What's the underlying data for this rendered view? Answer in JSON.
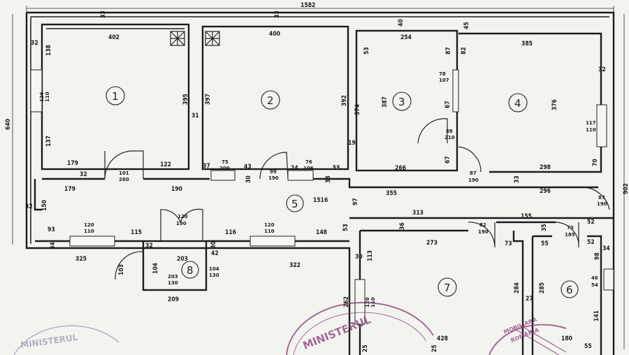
{
  "overall": {
    "top_width": "1582",
    "left_height": "640",
    "right_height": "902"
  },
  "rooms": [
    {
      "id": "1",
      "label": "1"
    },
    {
      "id": "2",
      "label": "2"
    },
    {
      "id": "3",
      "label": "3"
    },
    {
      "id": "4",
      "label": "4"
    },
    {
      "id": "5",
      "label": "5"
    },
    {
      "id": "6",
      "label": "6"
    },
    {
      "id": "7",
      "label": "7"
    },
    {
      "id": "8",
      "label": "8"
    }
  ],
  "dims": {
    "d33a": "33",
    "d33b": "33",
    "d40": "40",
    "d45": "45",
    "d402": "402",
    "d400": "400",
    "d254": "254",
    "d385": "385",
    "d32a": "32",
    "d138": "138",
    "d126_110a": "126",
    "d126_110a_b": "110",
    "d137": "137",
    "d395": "395",
    "d397": "397",
    "d31": "31",
    "d392": "392",
    "d53": "53",
    "d87a": "87",
    "d82": "82",
    "d32b": "32",
    "d387": "387",
    "d374": "374",
    "d78": "78",
    "d107": "107",
    "d67a": "67",
    "d376": "376",
    "d117": "117",
    "d110b": "110",
    "d19": "19",
    "d88": "88",
    "d210": "210",
    "d179a": "179",
    "d32c": "32",
    "d101": "101",
    "d260": "260",
    "d122": "122",
    "d37": "37",
    "d75": "75",
    "d200": "200",
    "d43": "43",
    "d99": "99",
    "d190a": "190",
    "d24": "24",
    "d76": "76",
    "d106": "106",
    "d55": "55",
    "d266": "266",
    "d67b": "67",
    "d87b": "87",
    "d190b": "190",
    "d298": "298",
    "d70": "70",
    "d179b": "179",
    "d190c": "190",
    "d30a": "30",
    "d33c": "33",
    "d355": "355",
    "d33d": "33",
    "d296": "296",
    "d87c": "87",
    "d190d": "190",
    "d32d": "32",
    "d150": "150",
    "d1516": "1516",
    "d97": "97",
    "d313": "313",
    "d93": "93",
    "d120a": "120",
    "d110c": "110",
    "d115": "115",
    "d120b": "120",
    "d190e": "190",
    "d116": "116",
    "d120c": "120",
    "d110d": "110",
    "d148": "148",
    "d53b": "53",
    "d36": "36",
    "d82b": "82",
    "d190f": "190",
    "d155": "155",
    "d35": "35",
    "d73": "73",
    "d185": "185",
    "d52a": "52",
    "d34a": "34",
    "d32e": "32",
    "d30b": "30",
    "d42": "42",
    "d273": "273",
    "d73b": "73",
    "d55b": "55",
    "d52b": "52",
    "d34b": "34",
    "d325": "325",
    "d203": "203",
    "d322": "322",
    "d30c": "30",
    "d113": "113",
    "d98": "98",
    "d103": "103",
    "d104": "104",
    "d104b": "104",
    "d130": "130",
    "d203b": "203",
    "d130b": "130",
    "d284": "284",
    "d27": "27",
    "d285": "285",
    "d46": "46",
    "d54": "54",
    "d120d": "120",
    "d110e": "110",
    "d209": "209",
    "d262": "262",
    "d141": "141",
    "d428": "428",
    "d25": "25",
    "d180": "180",
    "d55c": "55",
    "d25b": "25"
  },
  "stamps": {
    "left": "MINISTERUL",
    "center": "MINISTERUL",
    "right_line1": "MOBILIARĂ",
    "right_line2": "ROMÂNIA"
  },
  "colors": {
    "ink": "#1c1c1c",
    "paper": "#f3f4f0",
    "stamp_purple": "#8a3a78",
    "stamp_blue": "#7a7ea0"
  }
}
